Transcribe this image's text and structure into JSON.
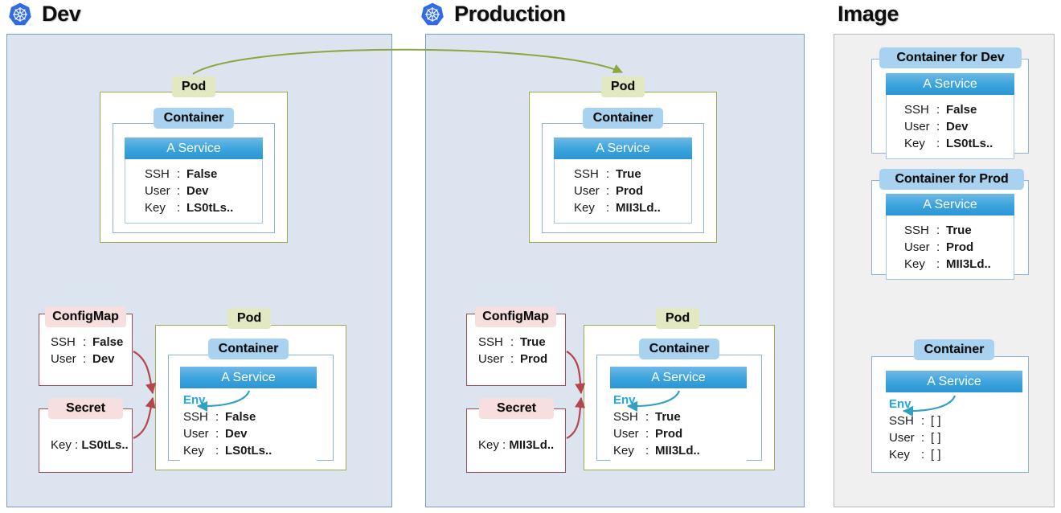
{
  "panels": {
    "dev": {
      "title": "Dev",
      "logo": "kubernetes-icon"
    },
    "prod": {
      "title": "Production",
      "logo": "kubernetes-icon"
    },
    "image": {
      "title": "Image"
    }
  },
  "labels": {
    "pod": "Pod",
    "container": "Container",
    "container_for_dev": "Container for Dev",
    "container_for_prod": "Container for Prod",
    "service": "A Service",
    "configmap": "ConfigMap",
    "secret": "Secret",
    "env": "Env",
    "k_ssh": "SSH",
    "k_user": "User",
    "k_key": "Key",
    "colon": ":"
  },
  "dev": {
    "top_pod": {
      "ssh": "False",
      "user": "Dev",
      "key": "LS0tLs.."
    },
    "configmap": {
      "ssh": "False",
      "user": "Dev"
    },
    "secret": {
      "key": "LS0tLs.."
    },
    "bottom_pod": {
      "ssh": "False",
      "user": "Dev",
      "key": "LS0tLs.."
    }
  },
  "prod": {
    "top_pod": {
      "ssh": "True",
      "user": "Prod",
      "key": "MII3Ld.."
    },
    "configmap": {
      "ssh": "True",
      "user": "Prod"
    },
    "secret": {
      "key": "MII3Ld.."
    },
    "bottom_pod": {
      "ssh": "True",
      "user": "Prod",
      "key": "MII3Ld.."
    }
  },
  "image": {
    "dev_container": {
      "ssh": "False",
      "user": "Dev",
      "key": "LS0tLs.."
    },
    "prod_container": {
      "ssh": "True",
      "user": "Prod",
      "key": "MII3Ld.."
    },
    "base_container": {
      "ssh": "[     ]",
      "user": "[     ]",
      "key": "[     ]"
    }
  },
  "colors": {
    "kubernetes_blue": "#326ce5",
    "pod_border": "#9aad4e",
    "pod_label_bg": "#e2e9c2",
    "container_label_bg": "#a8d2ef",
    "service_blue": "#2a96d4",
    "resource_border": "#a34a52",
    "resource_label_bg": "#f7dedf",
    "env_cyan": "#22a7e0",
    "panel_bg": "#dce4f0",
    "image_panel_bg": "#f0f0f0",
    "green_arrow": "#8aa83d",
    "red_arrow": "#b5464e",
    "cyan_arrow": "#31a0c4"
  }
}
